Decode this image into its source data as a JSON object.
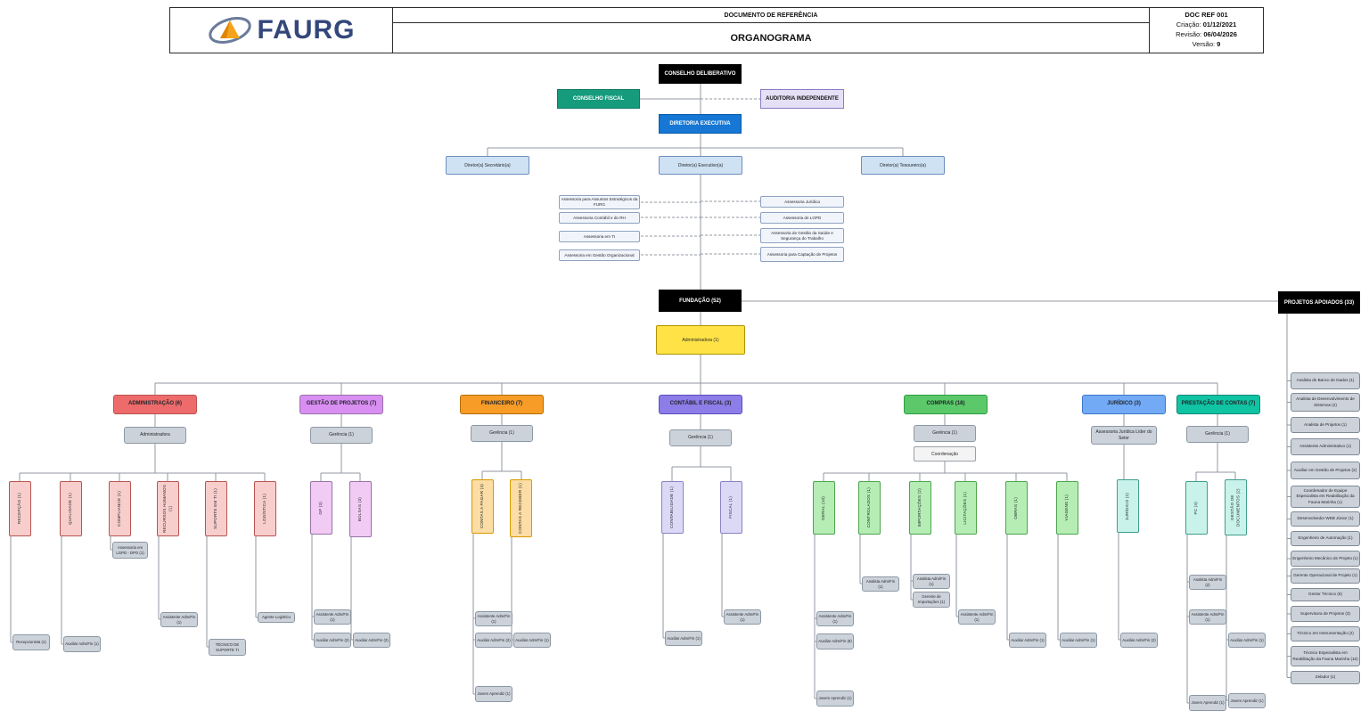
{
  "header": {
    "logo_text": "FAURG",
    "doc_label": "DOCUMENTO DE REFERÊNCIA",
    "title": "ORGANOGRAMA",
    "doc_ref": "DOC REF 001",
    "created_label": "Criação:",
    "created_value": "01/12/2021",
    "revised_label": "Revisão:",
    "revised_value": "06/04/2026",
    "version_label": "Versão:",
    "version_value": "9"
  },
  "top": {
    "conselho_deliberativo": "CONSELHO DELIBERATIVO",
    "conselho_fiscal": "CONSELHO FISCAL",
    "auditoria_independente": "AUDITORIA INDEPENDENTE",
    "diretoria_executiva": "DIRETORIA EXECUTIVA",
    "diretores": [
      "Diretor(a) Secretário(a)",
      "Diretor(a) Executivo(a)",
      "Diretor(a) Tesoureiro(a)"
    ],
    "assessorias_left": [
      "Assessoria para Assuntos Estratégicos da FURG",
      "Assessoria Contábil e do RH",
      "Assessoria em TI",
      "Assessoria em Gestão Organizacional"
    ],
    "assessorias_right": [
      "Assessoria Jurídica",
      "Assessoria de LGPD",
      "Assessoria de Gestão da Saúde e Segurança do Trabalho",
      "Assessoria para Captação de Projetos"
    ]
  },
  "fundacao": {
    "label": "FUNDAÇÃO (52)",
    "administradora": "Administradora (1)"
  },
  "projetos_apoiados": {
    "label": "PROJETOS APOIADOS (33)",
    "items": [
      "Analista de Banco de Dados (1)",
      "Analista de Desenvolvimento de Sistemas (2)",
      "Analista de Projetos (1)",
      "Assistente Administrativo (1)",
      "Auxiliar em Gestão de Projetos (2)",
      "Coordenador de Equipe Especialista em Reabilitação da Fauna Marinha (1)",
      "Desenvolvedor WEB Júnior (1)",
      "Engenheiro de Automação (1)",
      "Engenheiro Mecânico de Projeto (1)",
      "Gerente Operacional de Projeto (1)",
      "Gestor Técnico (6)",
      "Supervisora de Projetos (3)",
      "Técnico em Instrumentação (2)",
      "Técnico Especialista em Reabilitação da Fauna Marinha (10)",
      "Zelador (1)"
    ]
  },
  "departments": [
    {
      "name": "ADMINISTRAÇÃO (6)",
      "manager": "Administradora",
      "units": [
        {
          "label": "RECEPÇÃO (1)",
          "leaves": [
            "Recepcionista (1)"
          ]
        },
        {
          "label": "QUALIDADE (1)",
          "leaves": [
            "Auxiliar Adm/Fin (1)"
          ]
        },
        {
          "label": "COMPLIANCE (1)",
          "leaves": [
            "Assessoria em LGPD - DPO (1)"
          ]
        },
        {
          "label": "RECURSOS HUMANOS (1)",
          "leaves": [
            "Assistente Adm/Fin (1)"
          ]
        },
        {
          "label": "SUPORTE EM TI (1)",
          "leaves": [
            "TÉCNICO DE SUPORTE TI"
          ]
        },
        {
          "label": "LOGÍSTICA (1)",
          "leaves": [
            "Agente Logístico"
          ]
        }
      ]
    },
    {
      "name": "GESTÃO DE PROJETOS (7)",
      "manager": "Gerência (1)",
      "units": [
        {
          "label": "GP (3)",
          "leaves": [
            "Assistente Adm/Fin (1)",
            "Auxiliar Adm/Fin (2)"
          ]
        },
        {
          "label": "BOLSAS (3)",
          "leaves": [
            "Auxiliar Adm/Fin (2)"
          ]
        }
      ]
    },
    {
      "name": "FINANCEIRO (7)",
      "manager": "Gerência (1)",
      "units": [
        {
          "label": "CONTAS A PAGAR (4)",
          "leaves": [
            "Assistente Adm/Fin (1)",
            "Auxiliar Adm/Fin (2)",
            "Jovem Aprendiz (1)"
          ]
        },
        {
          "label": "CONTAS A RECEBER (1)",
          "leaves": [
            "Auxiliar Adm/Fin (1)"
          ]
        }
      ]
    },
    {
      "name": "CONTÁBIL E FISCAL (3)",
      "manager": "Gerência (1)",
      "units": [
        {
          "label": "CONTABILIDADE (1)",
          "leaves": [
            "Auxiliar Adm/Fin (1)"
          ]
        },
        {
          "label": "FISCAL (1)",
          "leaves": [
            "Assistente Adm/Fin (1)"
          ]
        }
      ]
    },
    {
      "name": "COMPRAS (18)",
      "manager": "Gerência (1)",
      "coordenacao": "Coordenação",
      "units": [
        {
          "label": "GERAL (10)",
          "leaves": [
            "Assistente Adm/Fin (1)",
            "Auxiliar Adm/Fin (8)",
            "Jovem Aprendiz (1)"
          ]
        },
        {
          "label": "CONTROLADOS (1)",
          "leaves": [
            "Analista Adm/Fin (1)"
          ]
        },
        {
          "label": "IMPORTAÇÕES (2)",
          "leaves": [
            "Analista Adm/Fin (1)",
            "Gerente de Importações (1)"
          ]
        },
        {
          "label": "LICITAÇÕES (1)",
          "leaves": [
            "Assistente Adm/Fin (1)"
          ]
        },
        {
          "label": "OBRAS (1)",
          "leaves": [
            "Auxiliar Adm/Fin (1)"
          ]
        },
        {
          "label": "VIAGENS (1)",
          "leaves": [
            "Auxiliar Adm/Fin (1)"
          ]
        }
      ]
    },
    {
      "name": "JURÍDICO (3)",
      "manager": "Assessoria Jurídica Líder do Setor",
      "units": [
        {
          "label": "JURÍDICO (2)",
          "leaves": [
            "Auxiliar Adm/Fin (2)"
          ]
        }
      ]
    },
    {
      "name": "PRESTAÇÃO DE CONTAS (7)",
      "manager": "Gerência (1)",
      "units": [
        {
          "label": "PC (4)",
          "leaves": [
            "Analista Adm/Fin (2)",
            "Assistente Adm/Fin (1)",
            "Jovem Aprendiz (1)"
          ]
        },
        {
          "label": "GESTÃO DE DOCUMENTOS (2)",
          "leaves": [
            "Auxiliar Adm/Fin (1)",
            "Jovem Aprendiz (1)"
          ]
        }
      ]
    }
  ],
  "colors": {
    "black": "#000000",
    "conselho_fiscal": "#169B7D",
    "auditoria": "#E6E0F6",
    "diretoria": "#1677D4",
    "diretor_box": "#CFE2F3",
    "administradora": "#FFE246",
    "administracao": "#EE6B6B",
    "gestao_projetos": "#D98EF2",
    "financeiro": "#F79C27",
    "contabil": "#8D7DE8",
    "compras": "#5BC86A",
    "juridico": "#72AAF6",
    "prestacao": "#10C3A3",
    "connector": "#9097A0"
  }
}
